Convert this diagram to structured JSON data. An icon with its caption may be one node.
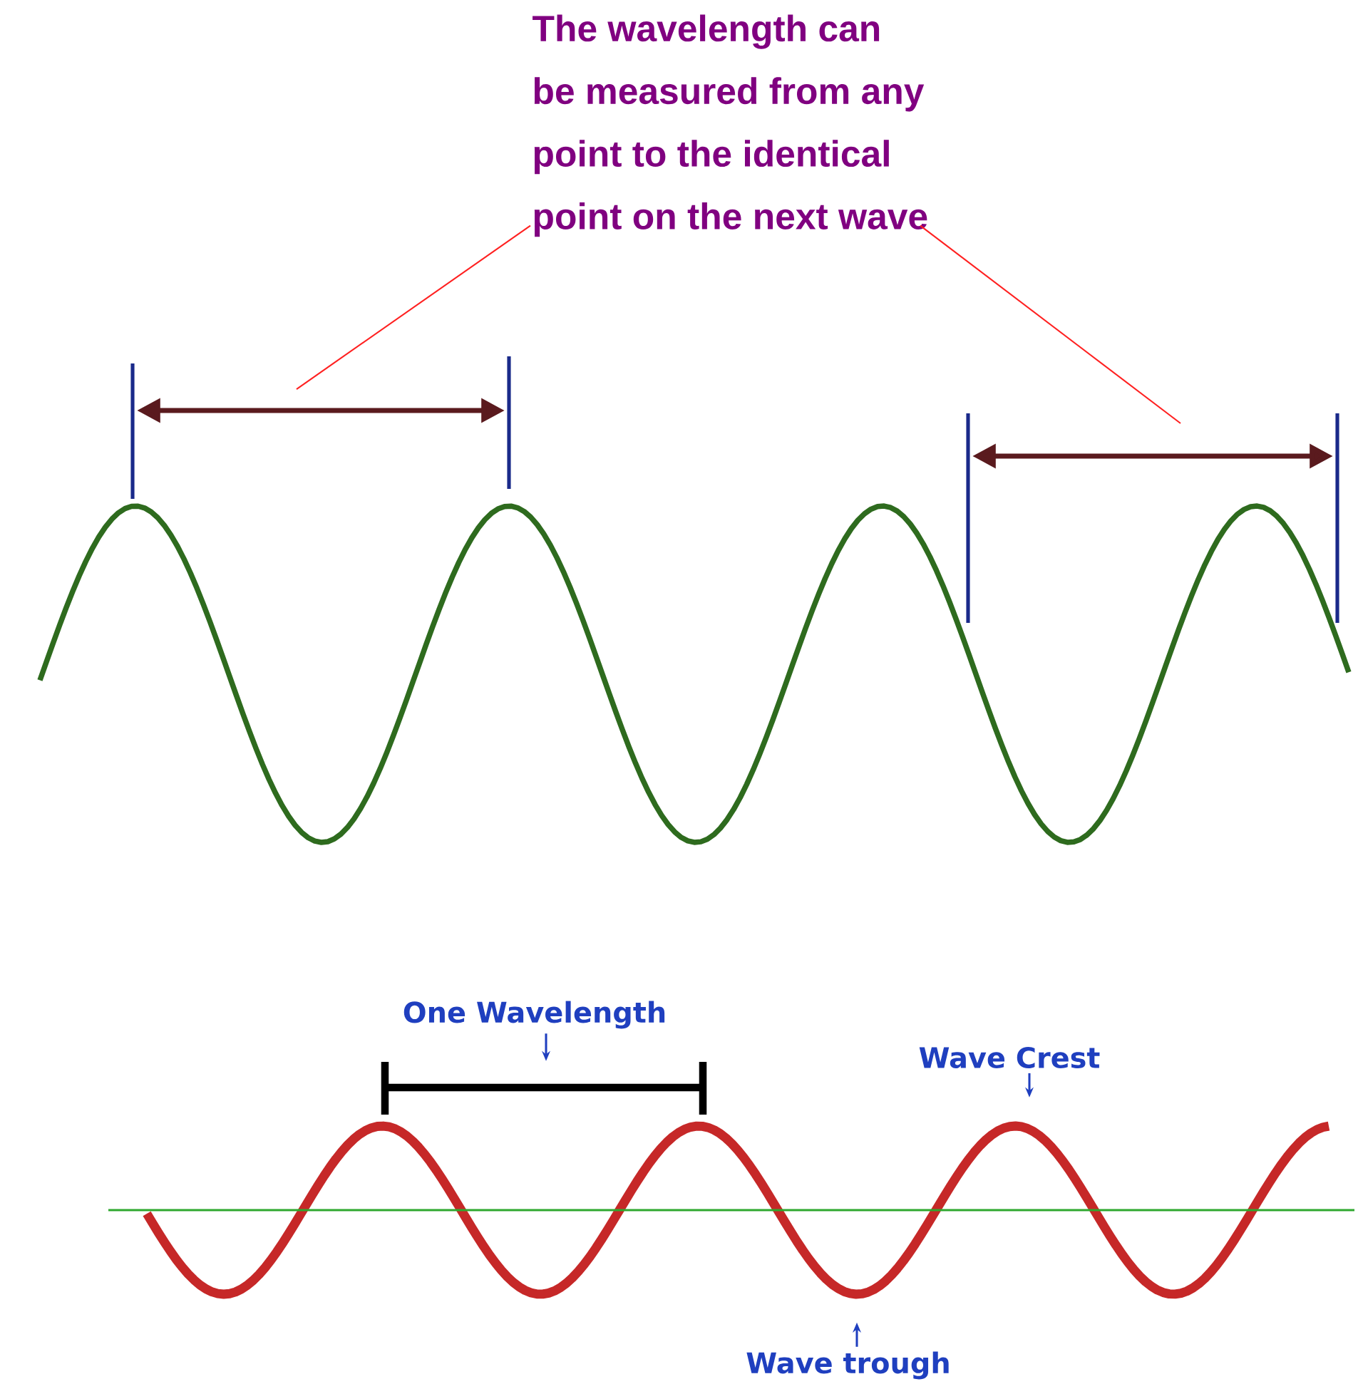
{
  "diagram": {
    "nodes": [
      {
        "text": [
          "The wavelength can be measured from any point to the identical point on the next wave"
        ]
      },
      {
        "text": [
          "One Wavelength"
        ]
      },
      {
        "text": [
          "Wave Crest"
        ]
      },
      {
        "text": [
          "Wave trough"
        ]
      },
      {
        "text": [],
        "shape": "bar"
      }
    ],
    "edges": [
      {
        "from": 0,
        "to": null,
        "arrow": "none",
        "color": "#ff2020"
      },
      {
        "from": 0,
        "to": null,
        "arrow": "none",
        "color": "#ff2020"
      },
      {
        "from": 1,
        "to": 4,
        "arrow": "to"
      },
      {
        "from": 2,
        "to": null,
        "arrow": "to"
      },
      {
        "from": 3,
        "to": null,
        "arrow": "to"
      }
    ]
  }
}
